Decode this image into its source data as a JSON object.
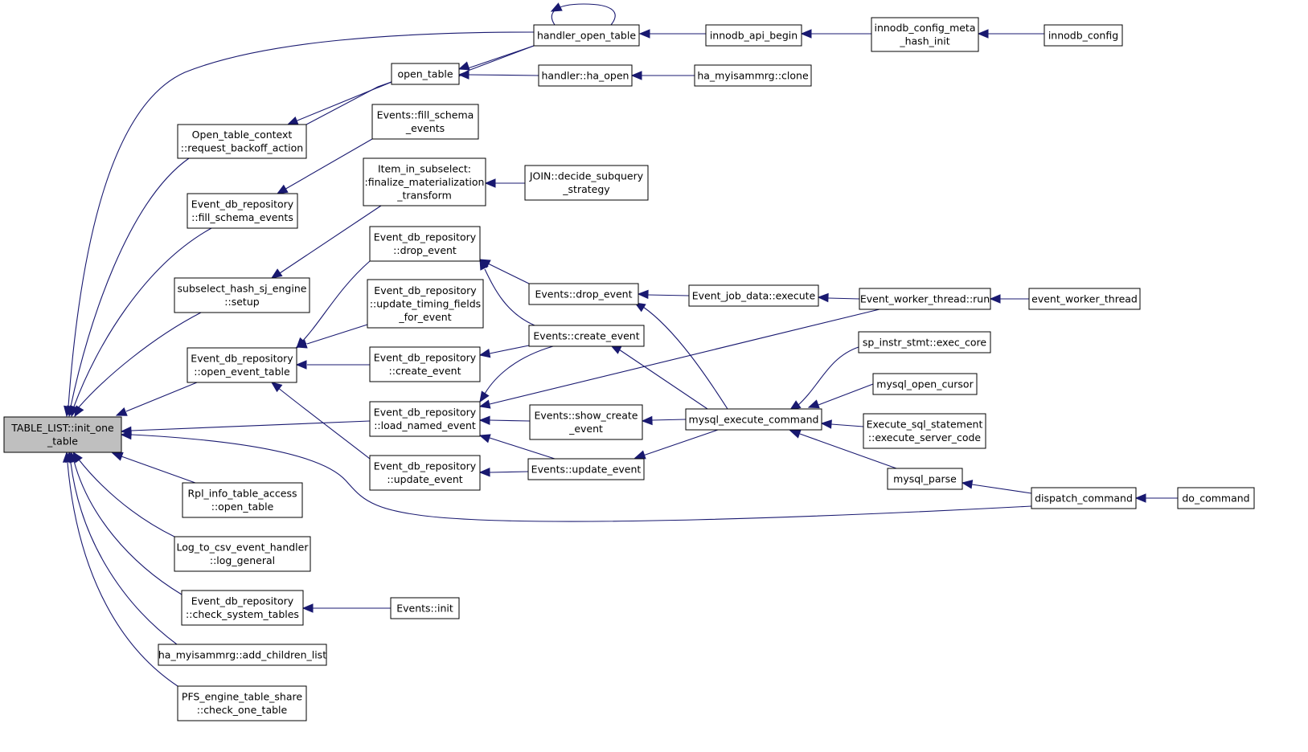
{
  "diagram": {
    "edge_color": "#191970",
    "root_fill": "#bfbfbf",
    "node_fill": "#ffffff",
    "nodes": [
      {
        "id": "root",
        "lines": [
          "TABLE_LIST::init_one",
          "_table"
        ]
      },
      {
        "id": "handler_open_table",
        "lines": [
          "handler_open_table"
        ]
      },
      {
        "id": "innodb_api_begin",
        "lines": [
          "innodb_api_begin"
        ]
      },
      {
        "id": "innodb_config_meta",
        "lines": [
          "innodb_config_meta",
          "_hash_init"
        ]
      },
      {
        "id": "innodb_config",
        "lines": [
          "innodb_config"
        ]
      },
      {
        "id": "open_table",
        "lines": [
          "open_table"
        ]
      },
      {
        "id": "handler_ha_open",
        "lines": [
          "handler::ha_open"
        ]
      },
      {
        "id": "ha_myisammrg_clone",
        "lines": [
          "ha_myisammrg::clone"
        ]
      },
      {
        "id": "open_table_context",
        "lines": [
          "Open_table_context",
          "::request_backoff_action"
        ]
      },
      {
        "id": "events_fill_schema",
        "lines": [
          "Events::fill_schema",
          "_events"
        ]
      },
      {
        "id": "edr_fill_schema",
        "lines": [
          "Event_db_repository",
          "::fill_schema_events"
        ]
      },
      {
        "id": "item_in_subselect",
        "lines": [
          "Item_in_subselect:",
          ":finalize_materialization",
          "_transform"
        ]
      },
      {
        "id": "join_decide",
        "lines": [
          "JOIN::decide_subquery",
          "_strategy"
        ]
      },
      {
        "id": "subselect_hash",
        "lines": [
          "subselect_hash_sj_engine",
          "::setup"
        ]
      },
      {
        "id": "edr_drop_event",
        "lines": [
          "Event_db_repository",
          "::drop_event"
        ]
      },
      {
        "id": "events_drop_event",
        "lines": [
          "Events::drop_event"
        ]
      },
      {
        "id": "event_job_data",
        "lines": [
          "Event_job_data::execute"
        ]
      },
      {
        "id": "event_worker_run",
        "lines": [
          "Event_worker_thread::run"
        ]
      },
      {
        "id": "event_worker_thread",
        "lines": [
          "event_worker_thread"
        ]
      },
      {
        "id": "edr_update_timing",
        "lines": [
          "Event_db_repository",
          "::update_timing_fields",
          "_for_event"
        ]
      },
      {
        "id": "edr_open_event_table",
        "lines": [
          "Event_db_repository",
          "::open_event_table"
        ]
      },
      {
        "id": "edr_create_event",
        "lines": [
          "Event_db_repository",
          "::create_event"
        ]
      },
      {
        "id": "events_create_event",
        "lines": [
          "Events::create_event"
        ]
      },
      {
        "id": "sp_instr_stmt",
        "lines": [
          "sp_instr_stmt::exec_core"
        ]
      },
      {
        "id": "mysql_open_cursor",
        "lines": [
          "mysql_open_cursor"
        ]
      },
      {
        "id": "edr_load_named",
        "lines": [
          "Event_db_repository",
          "::load_named_event"
        ]
      },
      {
        "id": "events_show_create",
        "lines": [
          "Events::show_create",
          "_event"
        ]
      },
      {
        "id": "mysql_execute_command",
        "lines": [
          "mysql_execute_command"
        ]
      },
      {
        "id": "execute_sql_statement",
        "lines": [
          "Execute_sql_statement",
          "::execute_server_code"
        ]
      },
      {
        "id": "edr_update_event",
        "lines": [
          "Event_db_repository",
          "::update_event"
        ]
      },
      {
        "id": "events_update_event",
        "lines": [
          "Events::update_event"
        ]
      },
      {
        "id": "mysql_parse",
        "lines": [
          "mysql_parse"
        ]
      },
      {
        "id": "dispatch_command",
        "lines": [
          "dispatch_command"
        ]
      },
      {
        "id": "do_command",
        "lines": [
          "do_command"
        ]
      },
      {
        "id": "rpl_info_table",
        "lines": [
          "Rpl_info_table_access",
          "::open_table"
        ]
      },
      {
        "id": "log_to_csv",
        "lines": [
          "Log_to_csv_event_handler",
          "::log_general"
        ]
      },
      {
        "id": "edr_check_system",
        "lines": [
          "Event_db_repository",
          "::check_system_tables"
        ]
      },
      {
        "id": "events_init",
        "lines": [
          "Events::init"
        ]
      },
      {
        "id": "ha_myisammrg_add",
        "lines": [
          "ha_myisammrg::add_children_list"
        ]
      },
      {
        "id": "pfs_engine_table",
        "lines": [
          "PFS_engine_table_share",
          "::check_one_table"
        ]
      }
    ]
  }
}
